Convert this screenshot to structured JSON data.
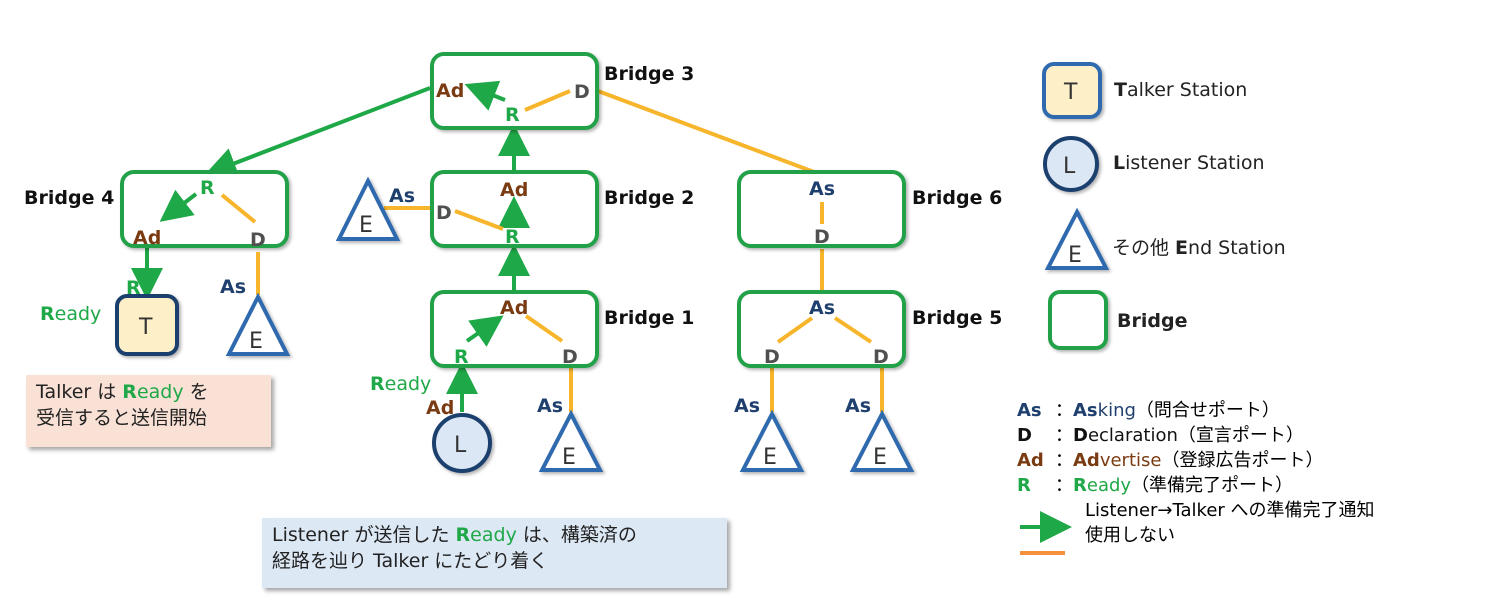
{
  "bridges": {
    "b1": {
      "name": "Bridge 1"
    },
    "b2": {
      "name": "Bridge 2"
    },
    "b3": {
      "name": "Bridge 3"
    },
    "b4": {
      "name": "Bridge 4"
    },
    "b5": {
      "name": "Bridge 5"
    },
    "b6": {
      "name": "Bridge 6"
    }
  },
  "ports": {
    "as": "As",
    "d": "D",
    "ad": "Ad",
    "r": "R"
  },
  "nodes": {
    "talker": "T",
    "listener": "L",
    "end": "E"
  },
  "ready_labels": {
    "r_letter": "R",
    "rest": "eady"
  },
  "notes": {
    "talker_note": {
      "line1_pre": "Talker は ",
      "ready_r": "R",
      "ready_rest": "eady",
      "line1_post": " を",
      "line2": "受信すると送信開始"
    },
    "listener_note": {
      "line1_pre": "Listener が送信した ",
      "ready_r": "R",
      "ready_rest": "eady",
      "line1_post": " は、構築済の",
      "line2": "経路を辿り Talker にたどり着く"
    }
  },
  "legend": {
    "talker": {
      "letter": "T",
      "key": "T",
      "rest": "alker Station"
    },
    "listener": {
      "letter": "L",
      "key": "L",
      "rest": "istener Station"
    },
    "end": {
      "letter": "E",
      "pre": "その他 ",
      "key": "E",
      "rest": "nd Station"
    },
    "bridge": {
      "label": "Bridge"
    },
    "ports": [
      {
        "abbr": "As",
        "sep": "：",
        "key": "As",
        "rest": "king",
        "desc": "（問合せポート）",
        "color": "#1f3f6e"
      },
      {
        "abbr": "D",
        "sep": "：",
        "key": "D",
        "rest": "eclaration",
        "desc": "（宣言ポート）",
        "color": "#111111"
      },
      {
        "abbr": "Ad",
        "sep": "：",
        "key": "Ad",
        "rest": "vertise",
        "desc": "（登録広告ポート）",
        "color": "#7a3b12"
      },
      {
        "abbr": "R",
        "sep": "：",
        "key": "R",
        "rest": "eady",
        "desc": "（準備完了ポート）",
        "color": "#1fa847"
      }
    ],
    "arrow_desc": "Listener→Talker への準備完了通知",
    "unused_desc": "使用しない"
  },
  "colors": {
    "bridge_border": "#22a14a",
    "ready_arrow": "#1fa847",
    "unused_line": "#f7b52c",
    "talker_fill": "#fdefc8",
    "listener_fill": "#dbe7f4",
    "end_border": "#2f6aad"
  }
}
